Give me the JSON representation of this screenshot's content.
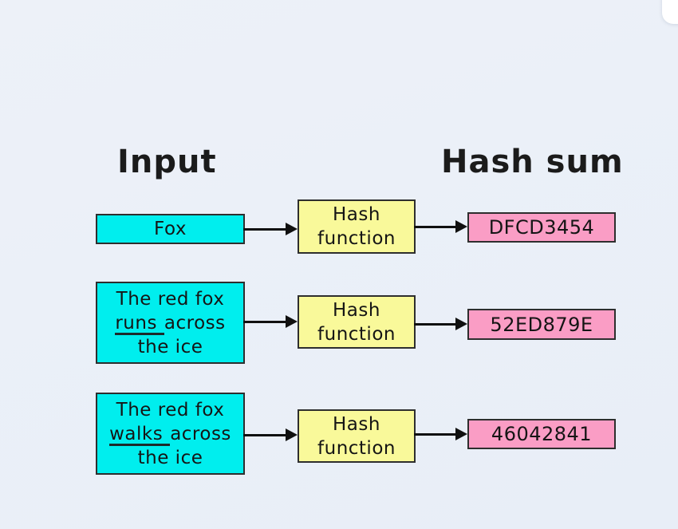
{
  "colors": {
    "background_top": "#edf1f8",
    "background_bottom": "#e8eef7",
    "input_box": "#00eeee",
    "function_box": "#f9f99a",
    "hash_box": "#fa9dc5",
    "box_border": "#2e2e2e",
    "arrow": "#101010",
    "header_text": "#1b1b1b",
    "box_text": "#151515",
    "card_corner": "#ffffff"
  },
  "headers": {
    "input_label": "Input",
    "hash_sum_label": "Hash sum"
  },
  "rows": [
    {
      "input": {
        "line1": "Fox"
      },
      "function": {
        "line1": "Hash",
        "line2": "function"
      },
      "hash": "DFCD3454"
    },
    {
      "input": {
        "line1": "The red fox",
        "underlined": "runs",
        "line2_rest": "across",
        "line3": "the ice"
      },
      "function": {
        "line1": "Hash",
        "line2": "function"
      },
      "hash": "52ED879E"
    },
    {
      "input": {
        "line1": "The red fox",
        "underlined": "walks",
        "line2_rest": "across",
        "line3": "the ice"
      },
      "function": {
        "line1": "Hash",
        "line2": "function"
      },
      "hash": "46042841"
    }
  ]
}
